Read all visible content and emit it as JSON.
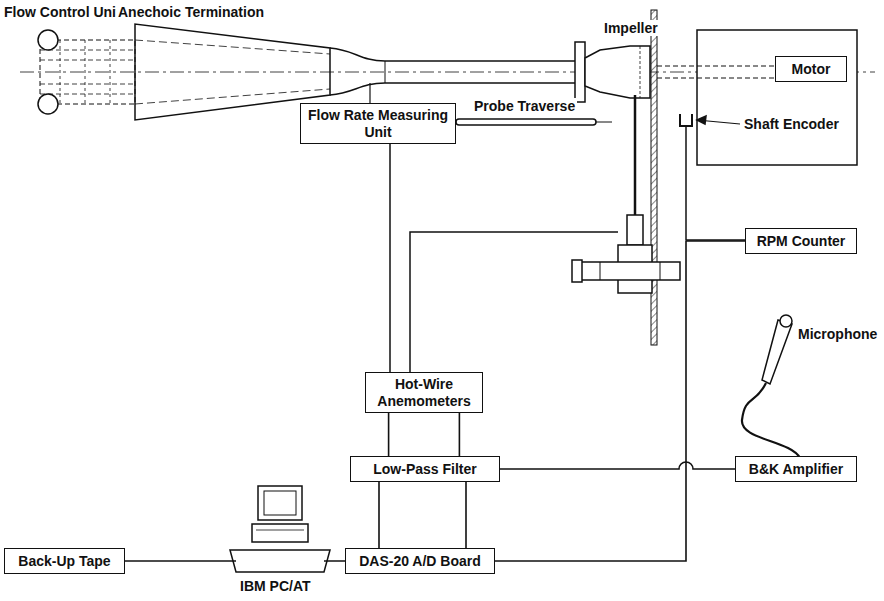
{
  "diagram": {
    "nodes": [
      {
        "text": [
          "Flow Rate Measuring Unit"
        ]
      },
      {
        "text": [
          "Motor"
        ]
      },
      {
        "text": [
          "RPM Counter"
        ]
      },
      {
        "text": [
          "Hot-Wire Anemometers"
        ]
      },
      {
        "text": [
          "Low-Pass Filter"
        ]
      },
      {
        "text": [
          "B&K Amplifier"
        ]
      },
      {
        "text": [
          "DAS-20 A/D Board"
        ]
      },
      {
        "text": [
          "Back-Up Tape"
        ]
      }
    ],
    "edges": [
      {
        "from": 3,
        "to": 4,
        "arrow": "none"
      },
      {
        "from": 4,
        "to": 6,
        "arrow": "none"
      },
      {
        "from": 5,
        "to": 4,
        "arrow": "none"
      },
      {
        "from": 2,
        "to": 6,
        "arrow": "none"
      }
    ],
    "labels": [
      "Flow Control Unit",
      "Anechoic Termination",
      "Impeller",
      "Probe Traverse",
      "Shaft Encoder",
      "Microphone",
      "IBM PC/AT"
    ]
  }
}
